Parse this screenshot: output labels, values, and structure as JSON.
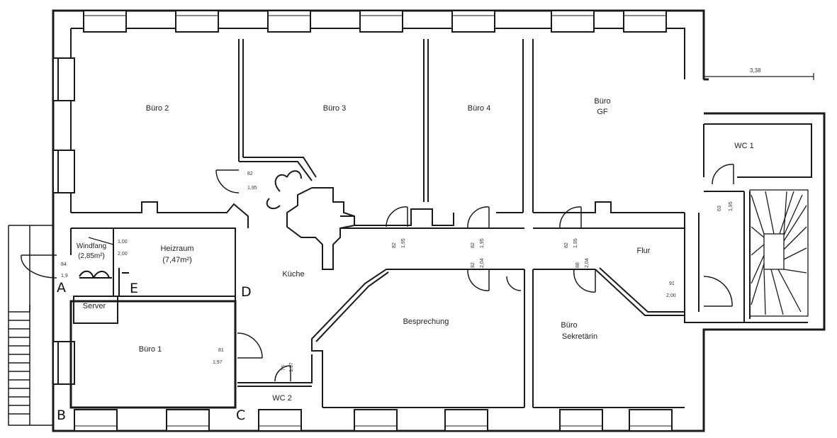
{
  "rooms": {
    "buero2": "Büro 2",
    "buero3": "Büro 3",
    "buero4": "Büro 4",
    "buero_gf_1": "Büro",
    "buero_gf_2": "GF",
    "wc1": "WC 1",
    "windfang_1": "Windfang",
    "windfang_2": "(2,85m²)",
    "heizraum_1": "Heizraum",
    "heizraum_2": "(7,47m²)",
    "kueche": "Küche",
    "server": "Server",
    "buero1": "Büro 1",
    "besprechung": "Besprechung",
    "flur": "Flur",
    "sekretaerin_1": "Büro",
    "sekretaerin_2": "Sekretärin",
    "wc2": "WC 2"
  },
  "dimensions": {
    "top_right": "3,38",
    "d_kueche_a": "82",
    "d_kueche_b": "1,95",
    "d_windfang_a": "1,00",
    "d_windfang_b": "2,00",
    "d_left_a": "84",
    "d_left_b": "1,9",
    "d_b1_a": "81",
    "d_b1_b": "1,97",
    "d_wc2_a": "76",
    "d_wc2_b": "1,97",
    "d_c1_a": "82",
    "d_c1_b": "1,95",
    "d_c2_a": "82",
    "d_c2_b": "1,95",
    "d_c3_a": "82",
    "d_c3_b": "2,04",
    "d_c4_a": "82",
    "d_c4_b": "1,95",
    "d_c5_a": "88",
    "d_c5_b": "2,04",
    "d_wc1_a": "63",
    "d_wc1_b": "1,95",
    "d_flur_a": "91",
    "d_flur_b": "2,00"
  },
  "markers": {
    "a": "A",
    "b": "B",
    "c": "C",
    "d": "D",
    "e": "E"
  }
}
